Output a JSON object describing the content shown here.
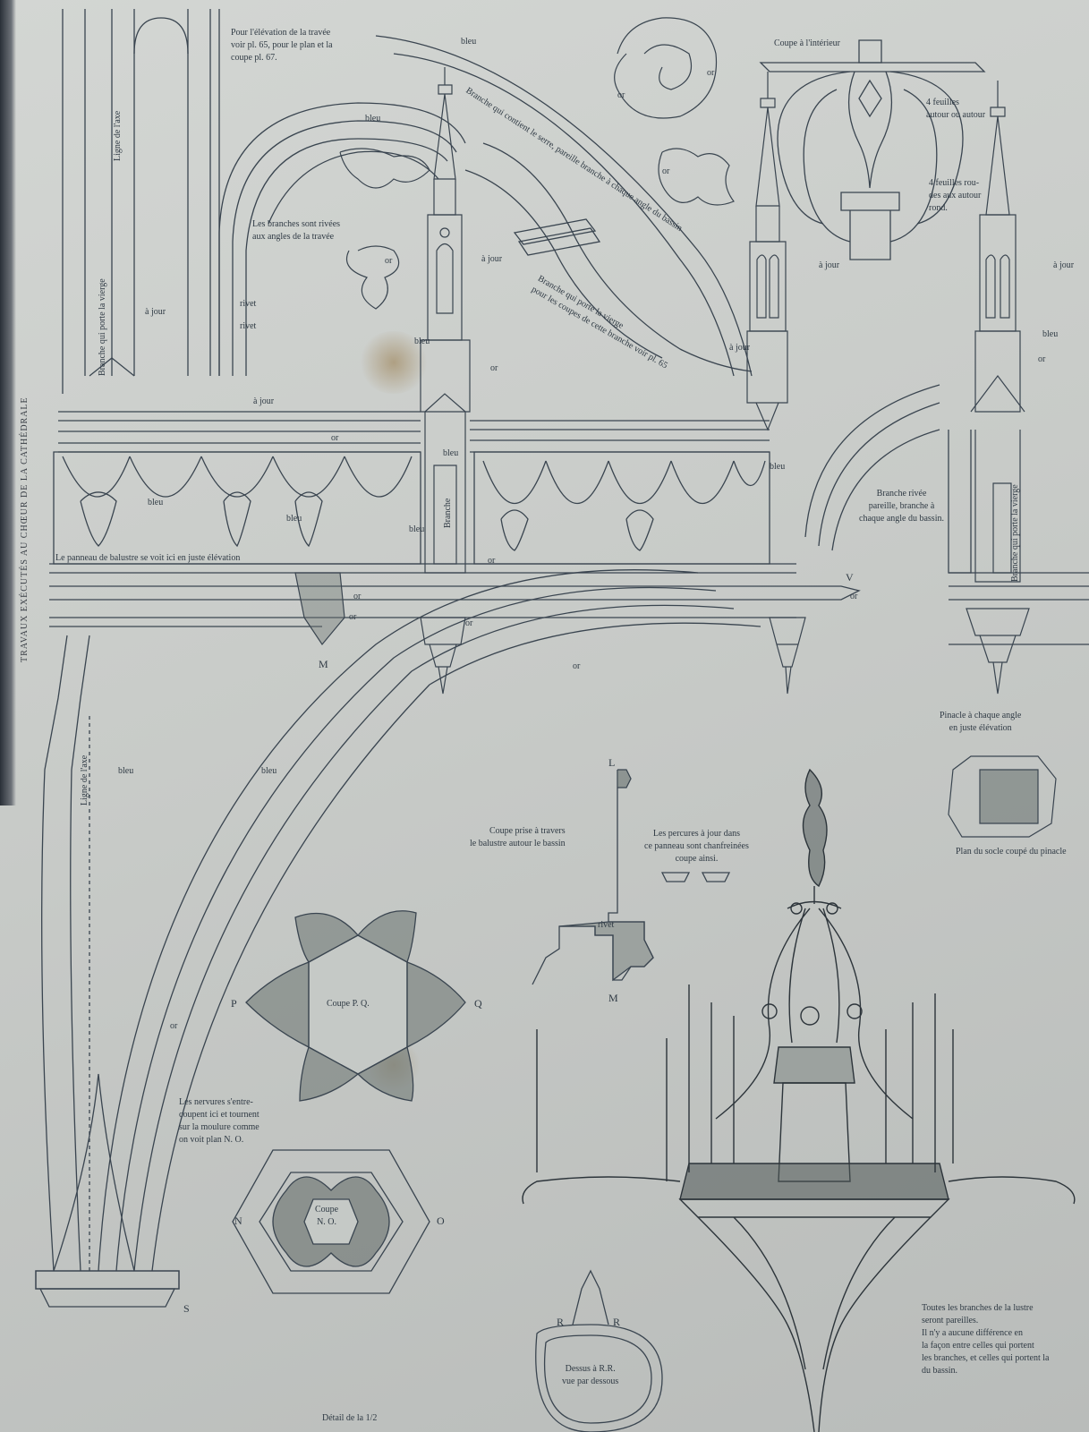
{
  "plate": {
    "side_title": "TRAVAUX EXÉCUTÉS AU CHŒUR DE LA CATHÉDRALE",
    "paper_color": "#cdd0cd",
    "ink_color": "#2f3a44",
    "shade_color": "#6f7472"
  },
  "annotations": {
    "top_note": [
      "Pour l'élévation de la travée",
      "voir pl. 65, pour le plan et la",
      "coupe pl. 67."
    ],
    "coupe_interieur": "Coupe à l'intérieur",
    "feuilles_1": [
      "4 feuilles",
      "autour ou autour"
    ],
    "feuilles_2": [
      "4 feuilles rou-",
      "des aux autour",
      "rond."
    ],
    "branches_rivees": [
      "Les branches sont rivées",
      "aux angles de la travée"
    ],
    "rivet_1": "rivet",
    "rivet_2": "rivet",
    "a_jour_left": "à jour",
    "a_jour_mid": "à jour",
    "a_jour_center": "à jour",
    "a_jour_right1": "à jour",
    "a_jour_right2": "à jour",
    "a_jour_right3": "à jour",
    "branche_contient": "Branche qui contient le serre, pareille branche à chaque angle du bassin",
    "branche_porte": [
      "Branche qui porte la vierge",
      "pour les coupes de cette branche voir pl. 65"
    ],
    "branche_vertical_left": "Branche qui porte la vierge",
    "ligne_axe_top": "Ligne de l'axe",
    "branche_label": "Branche",
    "panneau_balustre": "Le panneau de balustre se voit ici en juste élévation",
    "branche_rivee_right": [
      "Branche rivée",
      "pareille, branche à",
      "chaque angle du bassin."
    ],
    "branche_vierge_right": "Branche qui porte la vierge",
    "pinacle_note": [
      "Pinacle à chaque angle",
      "en juste élévation"
    ],
    "plan_socle": "Plan du socle coupé du pinacle",
    "coupe_balustre": [
      "Coupe prise à travers",
      "le balustre autour le bassin"
    ],
    "percures": [
      "Les percures à jour dans",
      "ce panneau sont chanfreinées",
      "coupe ainsi."
    ],
    "coupe_pq": "Coupe P. Q.",
    "nervures": [
      "Les nervures s'entre-",
      "coupent ici et tournent",
      "sur la moulure comme",
      "on voit plan N. O."
    ],
    "coupe_no": [
      "Coupe",
      "N. O."
    ],
    "ligne_axe_left": "Ligne de l'axe",
    "dessus_rr": [
      "Dessus à R.R.",
      "vue par dessous"
    ],
    "bottom_note": "Détail de la 1/2",
    "right_bottom_note": [
      "Toutes les branches de la lustre",
      "seront pareilles.",
      "Il n'y a aucune différence en",
      "la façon entre celles qui portent",
      "les branches, et celles qui portent la",
      "du bassin."
    ],
    "colors": {
      "bleu": "bleu",
      "or": "or"
    },
    "letters": {
      "L": "L",
      "M": "M",
      "M2": "M",
      "V": "V",
      "P": "P",
      "Q": "Q",
      "N": "N",
      "O": "O",
      "R1": "R",
      "R2": "R",
      "S": "S"
    }
  }
}
